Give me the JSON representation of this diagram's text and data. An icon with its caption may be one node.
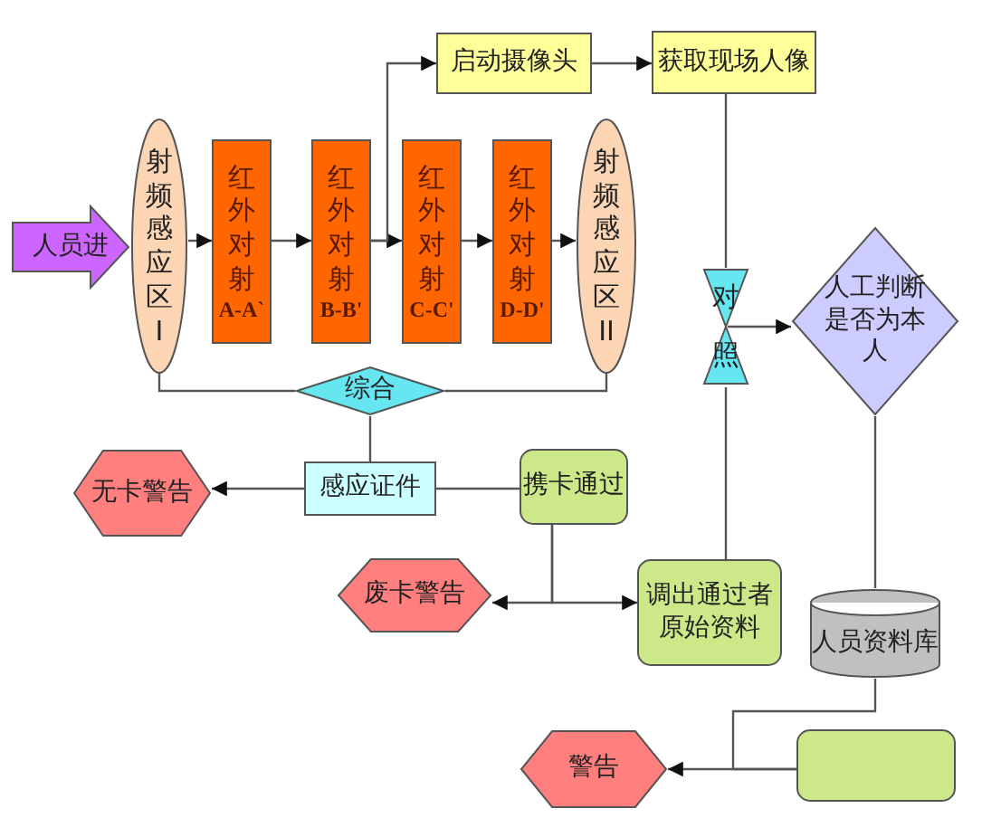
{
  "diagram": {
    "nodes": [
      {
        "text": [
          "人员进"
        ]
      },
      {
        "text": [
          "射频感应区I"
        ]
      },
      {
        "text": [
          "红外对射",
          "A-A`"
        ]
      },
      {
        "text": [
          "红外对射",
          "B-B'"
        ]
      },
      {
        "text": [
          "红外对射",
          "C-C'"
        ]
      },
      {
        "text": [
          "红外对射",
          "D-D'"
        ]
      },
      {
        "text": [
          "射频感应区II"
        ]
      },
      {
        "text": [
          "启动摄像头"
        ]
      },
      {
        "text": [
          "获取现场人像"
        ]
      },
      {
        "text": [
          "对照"
        ]
      },
      {
        "text": [
          "人工判断是否为本人"
        ]
      },
      {
        "text": [
          "综合"
        ]
      },
      {
        "text": [
          "感应证件"
        ]
      },
      {
        "text": [
          "无卡警告"
        ]
      },
      {
        "text": [
          "携卡通过"
        ]
      },
      {
        "text": [
          "废卡警告"
        ]
      },
      {
        "text": [
          "调出通过者原始资料"
        ]
      },
      {
        "text": [
          "人员资料库"
        ]
      },
      {
        "text": [
          "警告"
        ]
      },
      {
        "text": [],
        "shape": "box"
      }
    ],
    "edges": [
      {
        "from": 1,
        "to": 2,
        "arrow": "to"
      },
      {
        "from": 2,
        "to": 3,
        "arrow": "to"
      },
      {
        "from": 3,
        "to": 4,
        "arrow": "to"
      },
      {
        "from": 4,
        "to": 5,
        "arrow": "to"
      },
      {
        "from": 5,
        "to": 6,
        "arrow": "to"
      },
      {
        "from": 3,
        "to": 7,
        "arrow": "to"
      },
      {
        "from": 7,
        "to": 8,
        "arrow": "to"
      },
      {
        "from": 8,
        "to": 9,
        "arrow": "none"
      },
      {
        "from": 9,
        "to": 10,
        "arrow": "to"
      },
      {
        "from": 9,
        "to": 16,
        "arrow": "none"
      },
      {
        "from": 1,
        "to": 11,
        "arrow": "none"
      },
      {
        "from": 6,
        "to": 11,
        "arrow": "none"
      },
      {
        "from": 11,
        "to": 12,
        "arrow": "none"
      },
      {
        "from": 12,
        "to": 13,
        "arrow": "to"
      },
      {
        "from": 14,
        "to": 12,
        "arrow": "none"
      },
      {
        "from": 14,
        "to": 16,
        "arrow": "to"
      },
      {
        "from": 14,
        "to": 15,
        "arrow": "to"
      },
      {
        "from": 10,
        "to": 17,
        "arrow": "none"
      },
      {
        "from": 17,
        "to": 19,
        "arrow": "none"
      },
      {
        "from": 19,
        "to": 18,
        "arrow": "to"
      }
    ]
  }
}
